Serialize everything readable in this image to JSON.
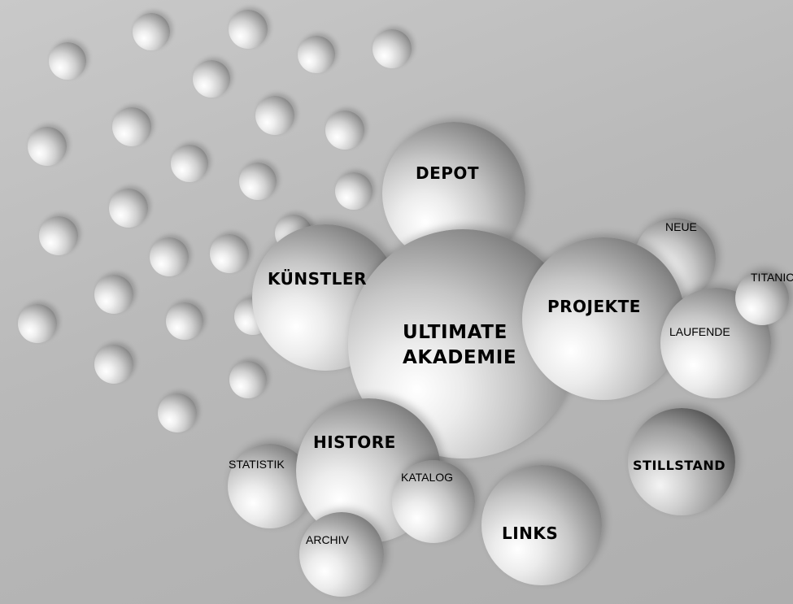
{
  "nav": {
    "center": "ULTIMATE\nAKADEMIE",
    "center_line1": "ULTIMATE",
    "center_line2": "AKADEMIE",
    "depot": "DEPOT",
    "kuenstler": "KÜNSTLER",
    "projekte": "PROJEKTE",
    "neue": "NEUE",
    "titanic": "TITANIC",
    "laufende": "LAUFENDE",
    "histore": "HISTORE",
    "statistik": "STATISTIK",
    "katalog": "KATALOG",
    "archiv": "ARCHIV",
    "links": "LINKS",
    "stillstand": "STILLSTAND"
  }
}
